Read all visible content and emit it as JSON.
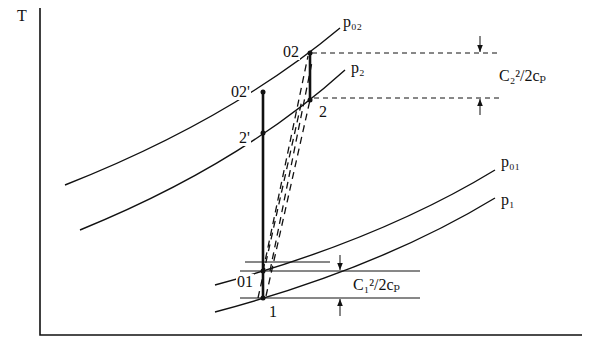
{
  "diagram": {
    "labels": [
      "T",
      "p₀₂",
      "02",
      "C₂²/2cₚ",
      "02'",
      "p₂",
      "2'",
      "2",
      "p₀₁",
      "p₁",
      "01",
      "C₁²/2cₚ",
      "1"
    ]
  }
}
